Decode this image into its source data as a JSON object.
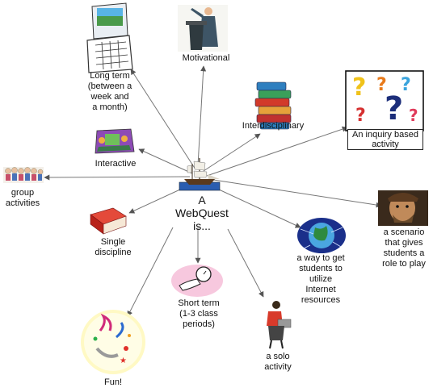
{
  "center": {
    "label": "A\nWebQuest\nis..."
  },
  "nodes": [
    {
      "id": "long-term",
      "label": "Long term\n(between a\nweek and\na month)",
      "icon": "laptop-calendar-icon"
    },
    {
      "id": "motivational",
      "label": "Motivational",
      "icon": "speaker-podium-icon"
    },
    {
      "id": "interdisciplinary",
      "label": "Interdisciplinary",
      "icon": "book-stack-icon"
    },
    {
      "id": "inquiry",
      "label": "An inquiry based\nactivity",
      "icon": "question-marks-icon"
    },
    {
      "id": "interactive",
      "label": "Interactive",
      "icon": "computer-people-icon"
    },
    {
      "id": "group",
      "label": "group\nactivities",
      "icon": "group-of-people-icon"
    },
    {
      "id": "scenario",
      "label": "a scenario\nthat gives\nstudents a\nrole to play",
      "icon": "pirate-portrait-icon"
    },
    {
      "id": "single",
      "label": "Single\ndiscipline",
      "icon": "red-book-icon"
    },
    {
      "id": "internet",
      "label": "a way to get\nstudents to\nutilize\nInternet\nresources",
      "icon": "globe-network-icon"
    },
    {
      "id": "short-term",
      "label": "Short term\n(1-3 class\nperiods)",
      "icon": "hand-stopwatch-icon"
    },
    {
      "id": "solo",
      "label": "a solo\nactivity",
      "icon": "student-laptop-icon"
    },
    {
      "id": "fun",
      "label": "Fun!",
      "icon": "confetti-icon"
    }
  ]
}
